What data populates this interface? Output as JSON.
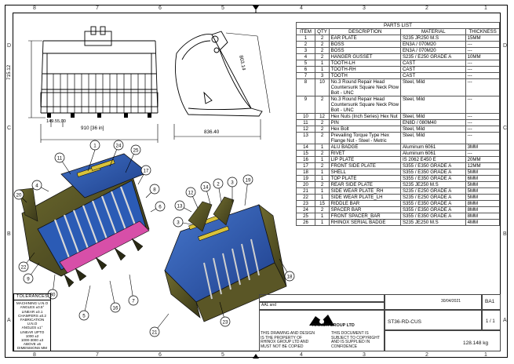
{
  "zones_top": [
    "8",
    "7",
    "6",
    "5",
    "4",
    "3",
    "2",
    "1"
  ],
  "zones_side": [
    "D",
    "C",
    "B",
    "A"
  ],
  "dims": {
    "front_height": "715.12",
    "front_width": "910 [36 in]",
    "front_small": "149.55,00",
    "side_width": "836.40",
    "side_height": "803.14"
  },
  "balloons": [
    "1",
    "24",
    "25",
    "11",
    "17",
    "4",
    "8",
    "20",
    "6",
    "22",
    "9",
    "30",
    "5",
    "16",
    "7",
    "2",
    "14",
    "13",
    "3",
    "19",
    "12",
    "18",
    "23",
    "21"
  ],
  "parts_list": {
    "title": "PARTS LIST",
    "headers": [
      "ITEM",
      "QTY",
      "DESCRIPTION",
      "MATERIAL",
      "THICKNESS"
    ],
    "rows": [
      [
        "1",
        "2",
        "EAR PLATE",
        "S235 JR250 M.S",
        "15MM"
      ],
      [
        "2",
        "2",
        "BOSS",
        "EN3A / 070M20",
        "---"
      ],
      [
        "3",
        "2",
        "BOSS",
        "EN3A / 070M20",
        "---"
      ],
      [
        "4",
        "2",
        "HANGER GUSSET",
        "S235 / E250 GRADE A",
        "10MM"
      ],
      [
        "5",
        "1",
        "TOOTH-LH",
        "CAST",
        "---"
      ],
      [
        "6",
        "1",
        "TOOTH-RH",
        "CAST",
        "---"
      ],
      [
        "7",
        "3",
        "TOOTH",
        "CAST",
        "---"
      ],
      [
        "8",
        "10",
        "No.3 Round Repair Head Countersunk Square Neck Plow Bolt - UNC",
        "Steel, Mild",
        "---"
      ],
      [
        "9",
        "2",
        "No.3 Round Repair Head Countersunk Square Neck Plow Bolt - UNC",
        "Steel, Mild",
        "---"
      ],
      [
        "10",
        "12",
        "Hex Nuts (Inch Series) Hex Nut",
        "Steel, Mild",
        "---"
      ],
      [
        "11",
        "2",
        "PIN",
        "EN8D / 080M40",
        "---"
      ],
      [
        "12",
        "2",
        "Hex Bolt",
        "Steel, Mild",
        "---"
      ],
      [
        "13",
        "2",
        "Prevailing Torque Type Hex Flange Nut - Steel - Metric",
        "Steel, Mild",
        "---"
      ],
      [
        "14",
        "1",
        "ALU BADGE",
        "Aluminum 6061",
        "3MM"
      ],
      [
        "15",
        "2",
        "RIVET",
        "Aluminum 6061",
        "---"
      ],
      [
        "16",
        "1",
        "LIP PLATE",
        "IS 2062 E450 E",
        "20MM"
      ],
      [
        "17",
        "2",
        "FRONT SIDE PLATE",
        "S355 / E350 GRADE A",
        "12MM"
      ],
      [
        "18",
        "1",
        "SHELL",
        "S355 / E350 GRADE A",
        "5MM"
      ],
      [
        "19",
        "1",
        "TOP PLATE",
        "S355 / E350 GRADE A",
        "6MM"
      ],
      [
        "20",
        "2",
        "REAR SIDE PLATE",
        "S235 JE250 M.S",
        "5MM"
      ],
      [
        "21",
        "1",
        "SIDE WEAR PLATE_RH",
        "S235 / E250 GRADE A",
        "5MM"
      ],
      [
        "22",
        "1",
        "SIDE WEAR PLATE_LH",
        "S235 / E250 GRADE A",
        "5MM"
      ],
      [
        "23",
        "15",
        "RIDDLE BAR",
        "S355 / E350 GRADE A",
        "8MM"
      ],
      [
        "24",
        "2",
        "SPACER BAR",
        "S355 / E350 GRADE A",
        "8MM"
      ],
      [
        "25",
        "1",
        "FRONT SPACER_BAR",
        "S355 / E350 GRADE A",
        "8MM"
      ],
      [
        "26",
        "1",
        "RHINOX SERIAL BADGE",
        "S235 JE250 M.S",
        "4MM"
      ]
    ]
  },
  "tolerances": {
    "title": "TOLERANCES",
    "lines": [
      "MACHINING U.N.O",
      "ANGLES ±0.5°",
      "LINEAR ±0.1",
      "CHAMFERS ±0.2",
      "FABRICATION U.N.O",
      "ANGLES ±1°",
      "LINEAR UPTO 1000 ±2",
      "1000-3000 ±3",
      "ABOVE ±5",
      "DIMENSIONS MM"
    ]
  },
  "title_block": {
    "drawn_by": "AAL and",
    "date": "30/04/2021",
    "size": "BA1",
    "company": "RHINOX GROUP LTD",
    "part_no": "ST36-RD-CUS",
    "sheet": "1 / 1",
    "mass": "128.148 kg",
    "note_left": "THIS DRAWING AND DESIGN IS THE PROPERTY OF RHINOX GROUP LTD AND MUST NOT BE COPIED",
    "note_right": "THIS DOCUMENT IS SUBJECT TO COPYRIGHT AND IS SUPPLIED IN CONFIDENCE"
  }
}
